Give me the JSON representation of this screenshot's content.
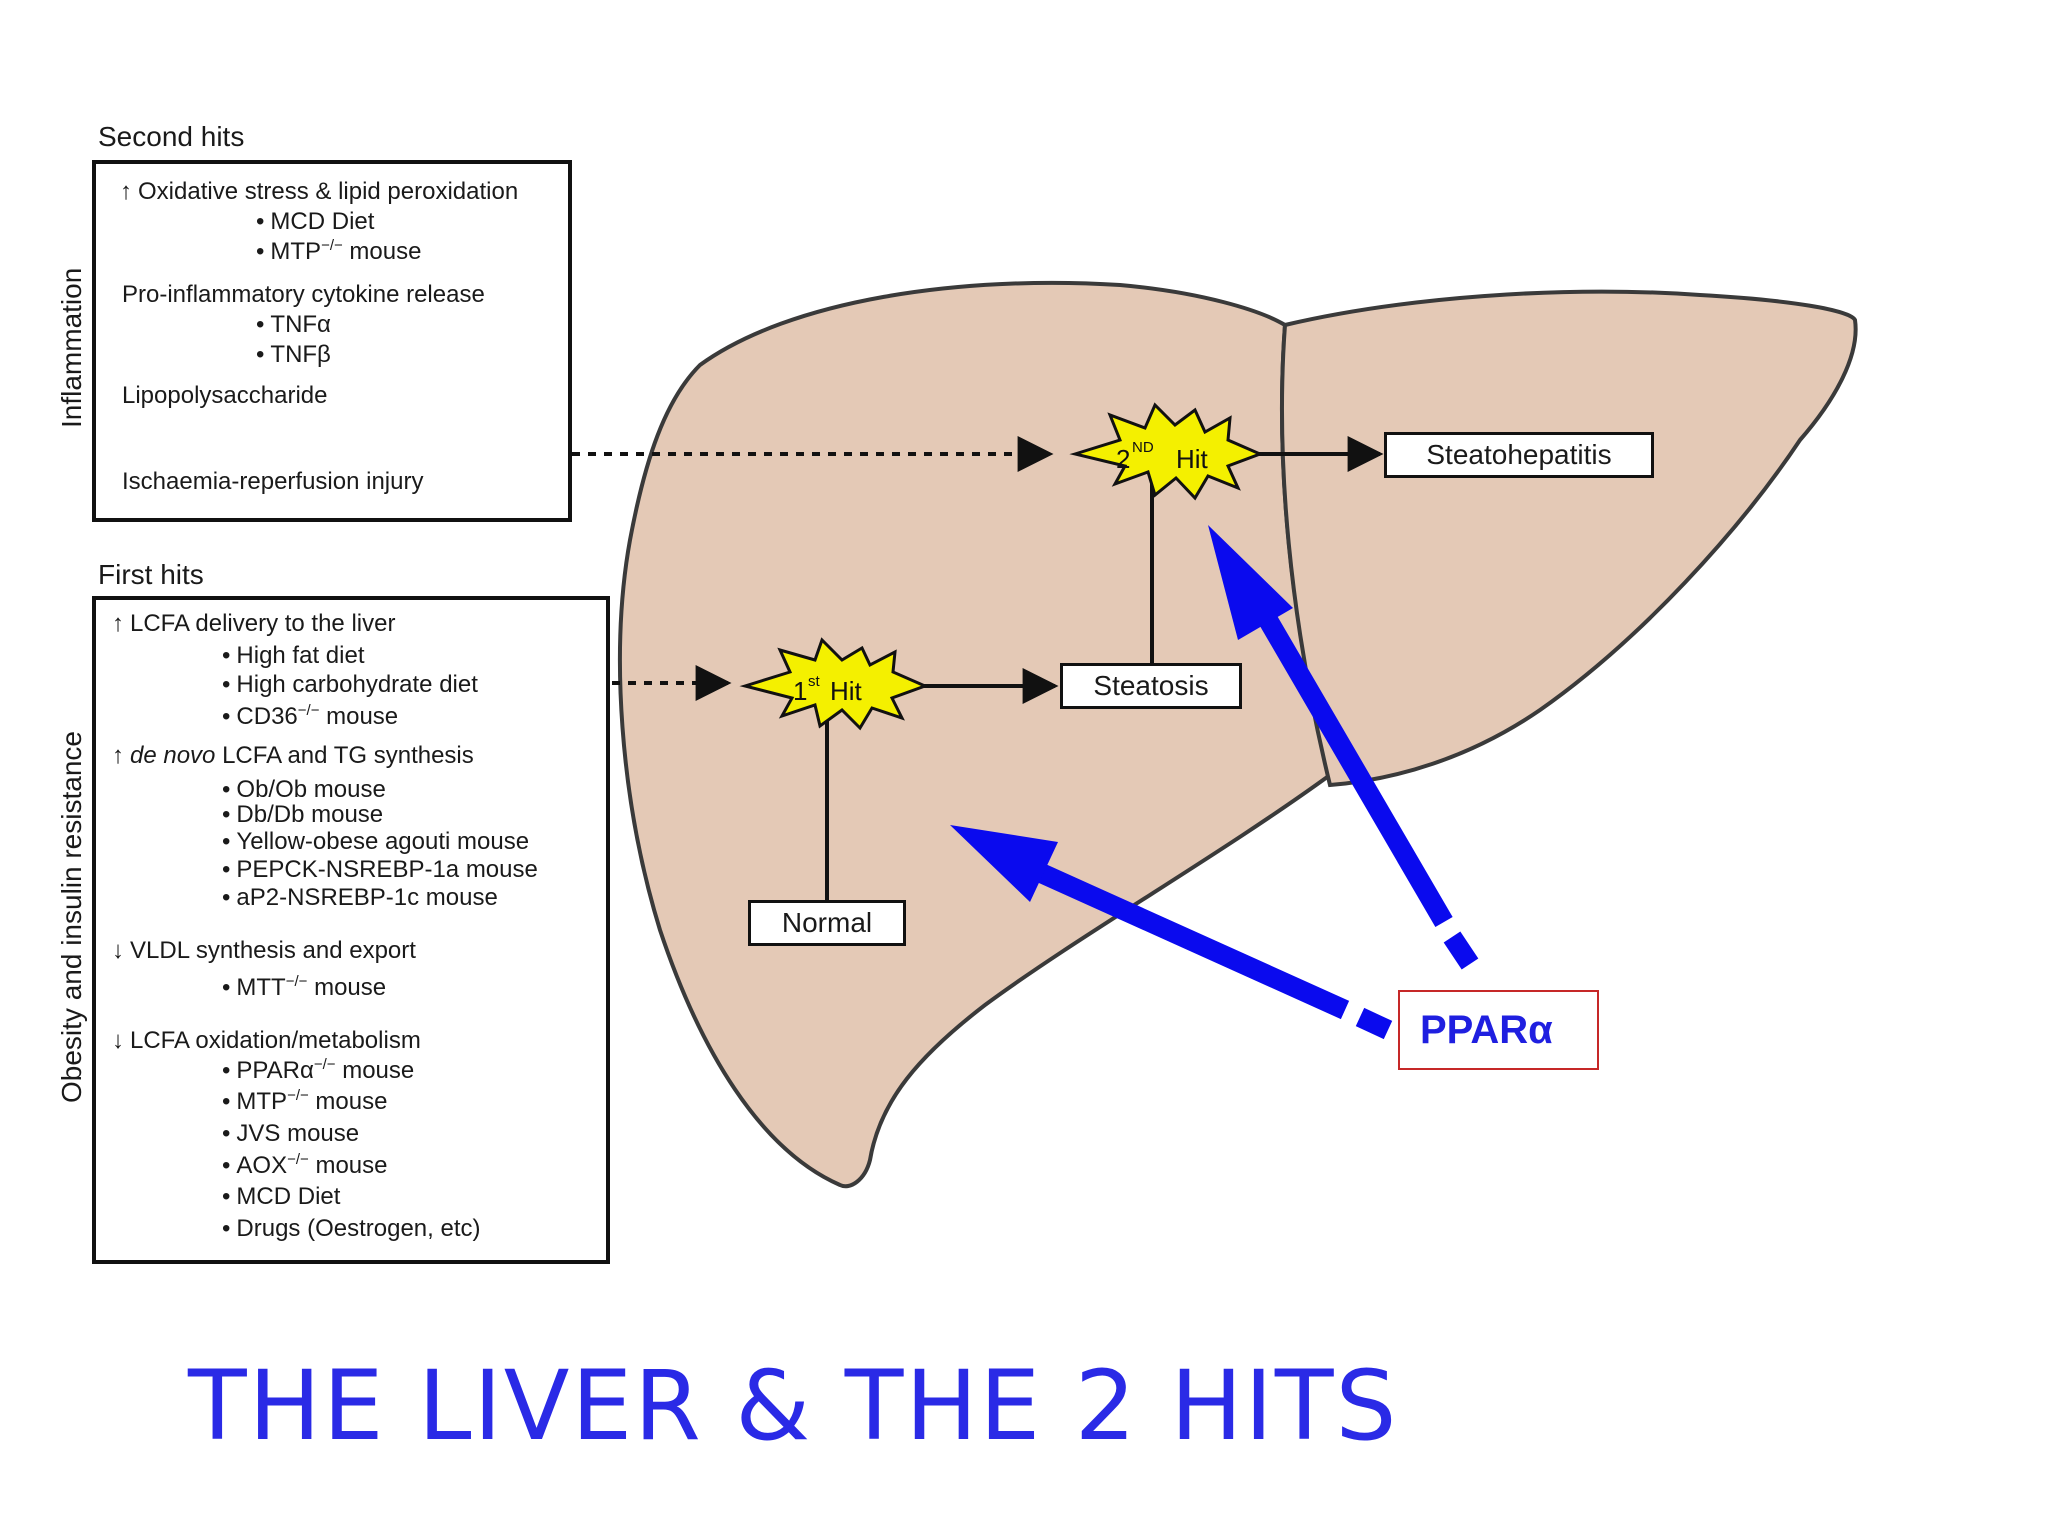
{
  "second_hits": {
    "caption": "Second hits",
    "side_label": "Inflammation",
    "lines": [
      {
        "prefix": "↑",
        "text": "Oxidative stress & lipid peroxidation"
      },
      {
        "bullet": "•",
        "text": "MCD Diet"
      },
      {
        "bullet": "•",
        "text": "MTP",
        "sup": "−/−",
        "suffix": " mouse"
      },
      {
        "text": "Pro-inflammatory cytokine release"
      },
      {
        "bullet": "•",
        "text": "TNFα"
      },
      {
        "bullet": "•",
        "text": "TNFβ"
      },
      {
        "text": "Lipopolysaccharide"
      },
      {
        "text": "Ischaemia-reperfusion injury"
      }
    ]
  },
  "first_hits": {
    "caption": "First hits",
    "side_label": "Obesity and insulin resistance",
    "lines": [
      {
        "prefix": "↑",
        "text": "LCFA delivery to the liver"
      },
      {
        "bullet": "•",
        "text": "High fat diet"
      },
      {
        "bullet": "•",
        "text": "High carbohydrate diet"
      },
      {
        "bullet": "•",
        "text": "CD36",
        "sup": "−/−",
        "suffix": " mouse"
      },
      {
        "prefix": "↑",
        "italic": "de novo",
        "text": " LCFA and TG synthesis"
      },
      {
        "bullet": "•",
        "text": "Ob/Ob mouse"
      },
      {
        "bullet": "•",
        "text": "Db/Db mouse"
      },
      {
        "bullet": "•",
        "text": "Yellow-obese agouti mouse"
      },
      {
        "bullet": "•",
        "text": "PEPCK-NSREBP-1a mouse"
      },
      {
        "bullet": "•",
        "text": "aP2-NSREBP-1c mouse"
      },
      {
        "prefix": "↓",
        "text": "VLDL synthesis and export"
      },
      {
        "bullet": "•",
        "text": "MTT",
        "sup": "−/−",
        "suffix": " mouse"
      },
      {
        "prefix": "↓",
        "text": "LCFA oxidation/metabolism"
      },
      {
        "bullet": "•",
        "text": "PPARα",
        "sup": "−/−",
        "suffix": " mouse"
      },
      {
        "bullet": "•",
        "text": "MTP",
        "sup": "−/−",
        "suffix": " mouse"
      },
      {
        "bullet": "•",
        "text": "JVS mouse"
      },
      {
        "bullet": "•",
        "text": "AOX",
        "sup": "−/−",
        "suffix": " mouse"
      },
      {
        "bullet": "•",
        "text": "MCD Diet"
      },
      {
        "bullet": "•",
        "text": "Drugs (Oestrogen, etc)"
      }
    ]
  },
  "stages": {
    "normal": "Normal",
    "steatosis": "Steatosis",
    "steatohepatitis": "Steatohepatitis"
  },
  "hits": {
    "first": {
      "num": "1",
      "sup": "st",
      "word": "Hit"
    },
    "second": {
      "num": "2",
      "sup": "ND",
      "word": "Hit"
    }
  },
  "ppar_label": "PPARα",
  "title": "THE LIVER & THE 2 HITS",
  "colors": {
    "liver_fill": "#e4c9b6",
    "liver_stroke": "#3a3a3a",
    "star_fill": "#f4f000",
    "arrow_blue": "#0a0aee",
    "title_blue": "#2a2ae6",
    "ppar_border": "#c62828"
  }
}
